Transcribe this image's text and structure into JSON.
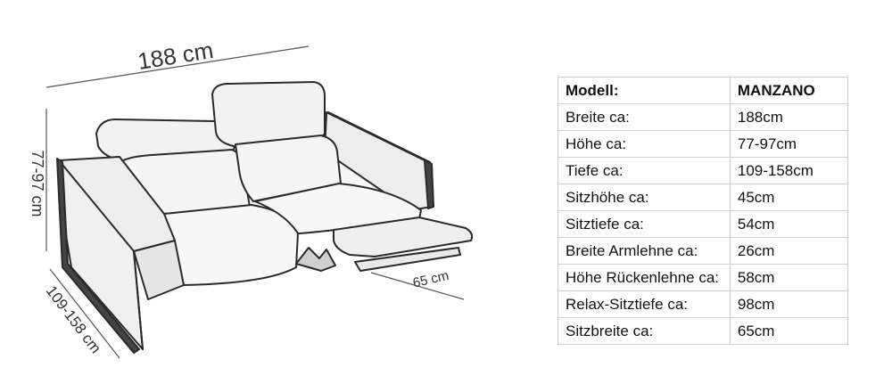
{
  "dimensions": {
    "width_label": "188 cm",
    "height_label": "77-97 cm",
    "depth_label": "109-158 cm",
    "footrest_label": "65 cm"
  },
  "table": {
    "header": {
      "label": "Modell:",
      "value": "MANZANO"
    },
    "rows": [
      {
        "label": "Breite ca:",
        "value": "188cm"
      },
      {
        "label": "Höhe ca:",
        "value": "77-97cm"
      },
      {
        "label": "Tiefe ca:",
        "value": "109-158cm"
      },
      {
        "label": "Sitzhöhe ca:",
        "value": "45cm"
      },
      {
        "label": "Sitztiefe ca:",
        "value": "54cm"
      },
      {
        "label": "Breite Armlehne ca:",
        "value": "26cm"
      },
      {
        "label": "Höhe Rückenlehne ca:",
        "value": "58cm"
      },
      {
        "label": "Relax-Sitztiefe ca:",
        "value": "98cm"
      },
      {
        "label": "Sitzbreite ca:",
        "value": "65cm"
      }
    ]
  }
}
